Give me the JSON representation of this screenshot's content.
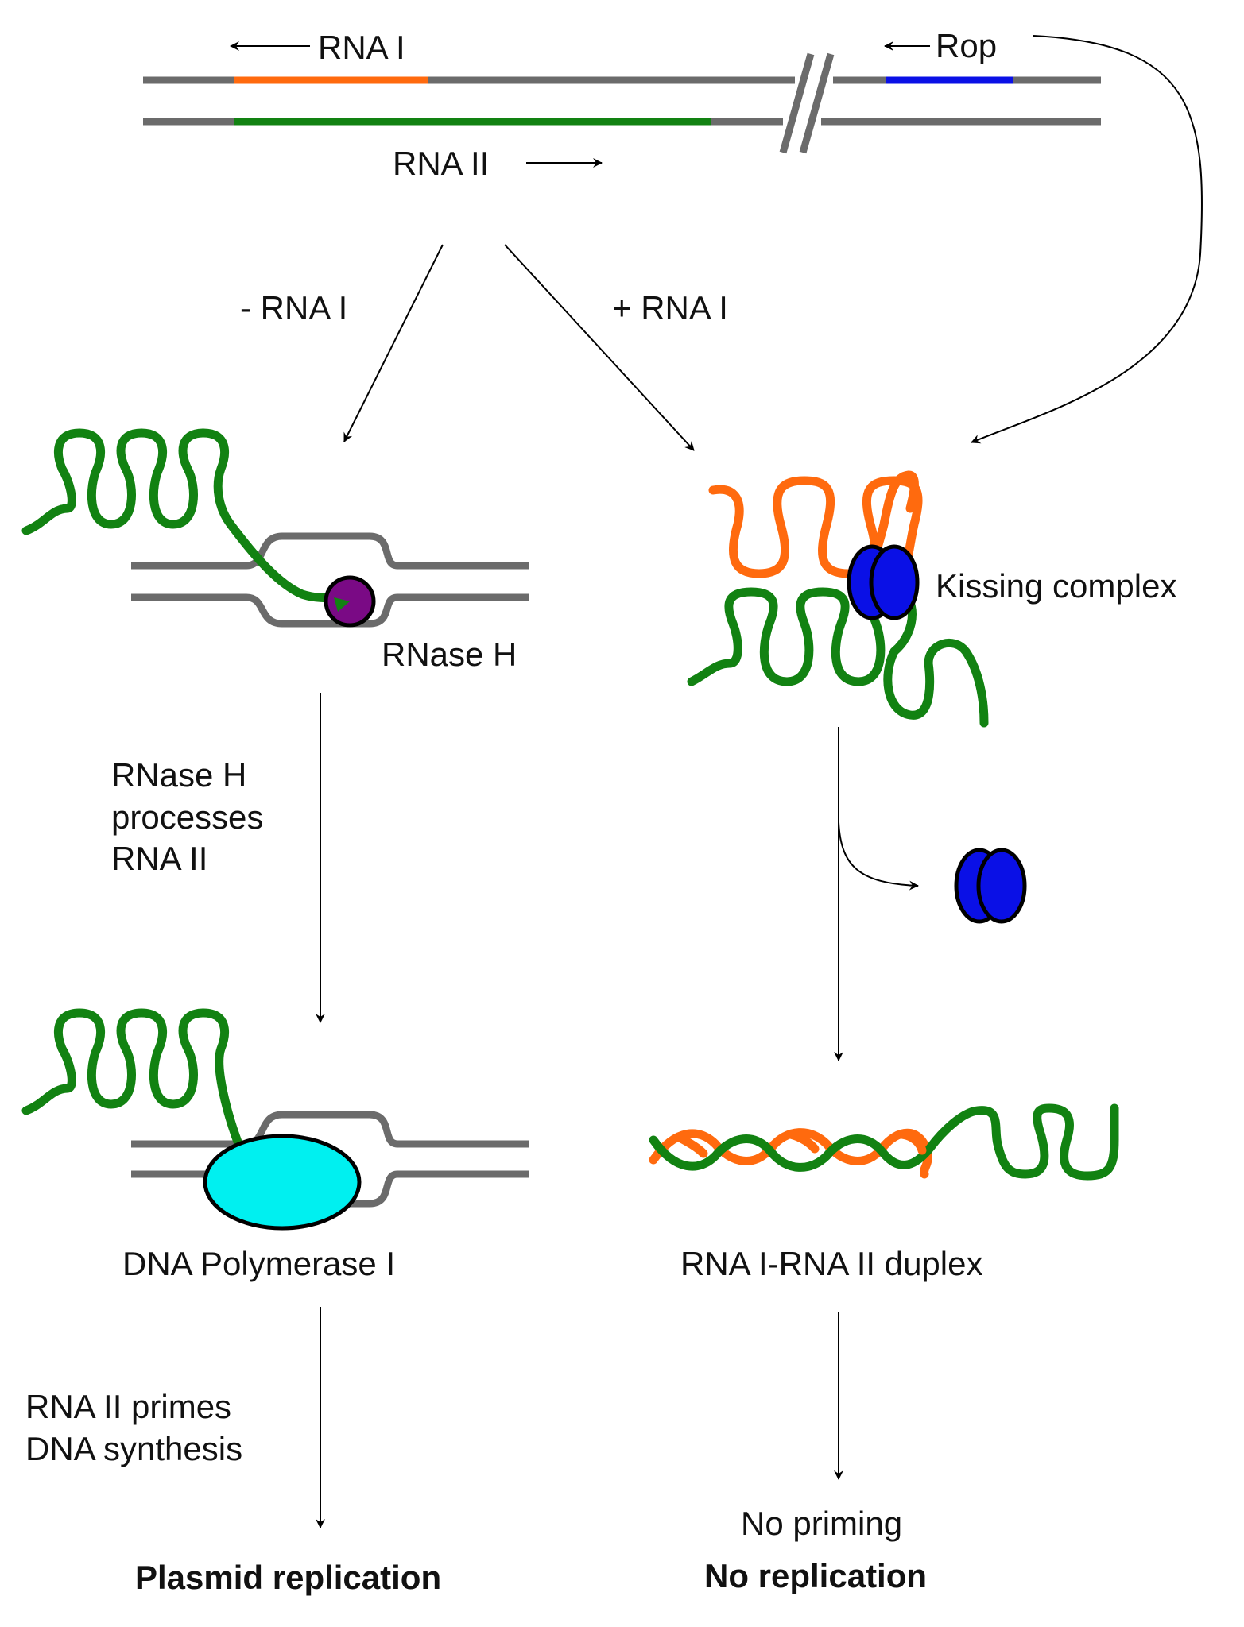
{
  "labels": {
    "rna1_top": "RNA I",
    "rop": "Rop",
    "rna2_top": "RNA II",
    "minus_rna1": "- RNA I",
    "plus_rna1": "+ RNA I",
    "rnase_h": "RNase H",
    "kissing_complex": "Kissing complex",
    "rnase_process_1": "RNase H",
    "rnase_process_2": "processes",
    "rnase_process_3": "RNA II",
    "dna_pol": "DNA Polymerase I",
    "duplex": "RNA I-RNA II duplex",
    "primes_1": "RNA II primes",
    "primes_2": "DNA synthesis",
    "no_priming": "No priming",
    "plasmid_replication": "Plasmid replication",
    "no_replication": "No replication"
  },
  "colors": {
    "dna": "#6b6b6b",
    "rna_ii": "#128212",
    "rna_i": "#ff6a0e",
    "rop": "#0a10e6",
    "rnase_h": "#7a0a85",
    "dna_polymerase": "#00f0f0"
  }
}
